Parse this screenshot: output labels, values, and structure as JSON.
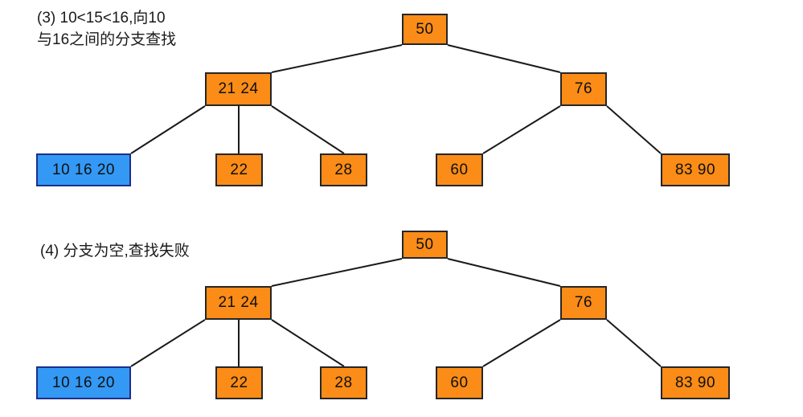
{
  "figure": {
    "title": "B-tree search steps illustration",
    "colors": {
      "node_fill_orange": "#fa8c17",
      "node_fill_blue": "#3399f4",
      "node_border": "#262626",
      "blue_border": "#1b2f8a",
      "edge_line": "#1a1a1a",
      "text": "#101010",
      "background": "#ffffff"
    }
  },
  "panels": [
    {
      "id": "panel-3",
      "caption": "(3) 10<15<16,向10\n与16之间的分支查找",
      "nodes": {
        "root": "50",
        "inner_left": "21 24",
        "inner_right": "76",
        "leaf_1": "10 16 20",
        "leaf_2": "22",
        "leaf_3": "28",
        "leaf_4": "60",
        "leaf_5": "83 90"
      },
      "highlighted_node": "10 16 20"
    },
    {
      "id": "panel-4",
      "caption": "(4) 分支为空,查找失败",
      "nodes": {
        "root": "50",
        "inner_left": "21 24",
        "inner_right": "76",
        "leaf_1": "10 16 20",
        "leaf_2": "22",
        "leaf_3": "28",
        "leaf_4": "60",
        "leaf_5": "83 90"
      },
      "highlighted_node": "10 16 20"
    }
  ]
}
